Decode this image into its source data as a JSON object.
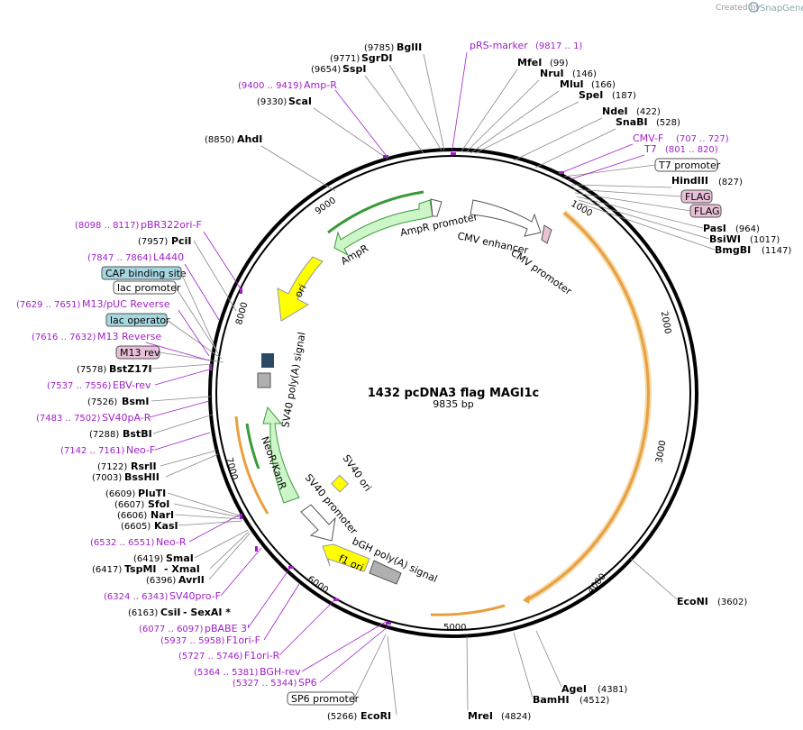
{
  "header": {
    "created_by": "Created by",
    "brand": "SnapGene"
  },
  "plasmid": {
    "name": "1432 pcDNA3 flag MAGI1c",
    "length_label": "9835 bp",
    "length": 9835
  },
  "ticks": [
    "1000",
    "2000",
    "3000",
    "4000",
    "5000",
    "6000",
    "7000",
    "8000",
    "9000"
  ],
  "right_labels": [
    {
      "name": "MfeI",
      "pos": "(99)"
    },
    {
      "name": "NruI",
      "pos": "(146)"
    },
    {
      "name": "MluI",
      "pos": "(166)"
    },
    {
      "name": "SpeI",
      "pos": "(187)"
    },
    {
      "name": "NdeI",
      "pos": "(422)"
    },
    {
      "name": "SnaBI",
      "pos": "(528)"
    },
    {
      "name": "HindIII",
      "pos": "(827)"
    },
    {
      "name": "PasI",
      "pos": "(964)"
    },
    {
      "name": "BsiWI",
      "pos": "(1017)"
    },
    {
      "name": "BmgBI",
      "pos": "(1147)"
    },
    {
      "name": "EcoNI",
      "pos": "(3602)"
    },
    {
      "name": "AgeI",
      "pos": "(4381)"
    },
    {
      "name": "BamHI",
      "pos": "(4512)"
    },
    {
      "name": "MreI",
      "pos": "(4824)"
    }
  ],
  "right_features": [
    {
      "name": "CMV-F",
      "pos": "(707 .. 727)"
    },
    {
      "name": "T7",
      "pos": "(801 .. 820)"
    }
  ],
  "right_boxes": [
    "T7 promoter",
    "FLAG",
    "FLAG"
  ],
  "top_labels": [
    {
      "name": "BglII",
      "pos": "(9785)"
    },
    {
      "name": "SgrDI",
      "pos": "(9771)"
    },
    {
      "name": "SspI",
      "pos": "(9654)"
    },
    {
      "name": "ScaI",
      "pos": "(9330)"
    },
    {
      "name": "AhdI",
      "pos": "(8850)"
    }
  ],
  "top_features": [
    {
      "name": "pRS-marker",
      "pos": "(9817 .. 1)"
    },
    {
      "name": "Amp-R",
      "pos": "(9400 .. 9419)"
    }
  ],
  "left_labels": [
    {
      "name": "PciI",
      "pos": "(7957)"
    },
    {
      "name": "BstZ17I",
      "pos": "(7578)"
    },
    {
      "name": "BsmI",
      "pos": "(7526)"
    },
    {
      "name": "BstBI",
      "pos": "(7288)"
    },
    {
      "name": "RsrII",
      "pos": "(7122)"
    },
    {
      "name": "BssHII",
      "pos": "(7003)"
    },
    {
      "name": "PluTI",
      "pos": "(6609)"
    },
    {
      "name": "SfoI",
      "pos": "(6607)"
    },
    {
      "name": "NarI",
      "pos": "(6606)"
    },
    {
      "name": "KasI",
      "pos": "(6605)"
    },
    {
      "name": "SmaI",
      "pos": "(6419)"
    },
    {
      "name": "TspMI",
      "pos": "(6417)",
      "extra": "- XmaI"
    },
    {
      "name": "AvrII",
      "pos": "(6396)"
    },
    {
      "name": "CsiI",
      "pos": "(6163)",
      "extra": "- SexAI *"
    },
    {
      "name": "EcoRI",
      "pos": "(5266)"
    }
  ],
  "left_features": [
    {
      "name": "pBR322ori-F",
      "pos": "(8098 .. 8117)"
    },
    {
      "name": "L4440",
      "pos": "(7847 .. 7864)"
    },
    {
      "name": "M13/pUC Reverse",
      "pos": "(7629 .. 7651)"
    },
    {
      "name": "M13 Reverse",
      "pos": "(7616 .. 7632)"
    },
    {
      "name": "EBV-rev",
      "pos": "(7537 .. 7556)"
    },
    {
      "name": "SV40pA-R",
      "pos": "(7483 .. 7502)"
    },
    {
      "name": "Neo-F",
      "pos": "(7142 .. 7161)"
    },
    {
      "name": "Neo-R",
      "pos": "(6532 .. 6551)"
    },
    {
      "name": "SV40pro-F",
      "pos": "(6324 .. 6343)"
    },
    {
      "name": "pBABE 3'",
      "pos": "(6077 .. 6097)"
    },
    {
      "name": "F1ori-F",
      "pos": "(5937 .. 5958)"
    },
    {
      "name": "F1ori-R",
      "pos": "(5727 .. 5746)"
    },
    {
      "name": "BGH-rev",
      "pos": "(5364 .. 5381)"
    },
    {
      "name": "SP6",
      "pos": "(5327 .. 5344)"
    }
  ],
  "left_boxes": [
    "CAP binding site",
    "lac promoter",
    "lac operator",
    "M13 rev",
    "SP6 promoter"
  ],
  "inner_features": [
    "AmpR promoter",
    "AmpR",
    "ori",
    "CMV enhancer",
    "CMV promoter",
    "SV40 poly(A) signal",
    "NeoR/KanR",
    "SV40 promoter",
    "SV40 ori",
    "bGH poly(A) signal",
    "f1 ori"
  ],
  "colors": {
    "ring": "#000000",
    "feature_purple": "#a020c8",
    "orf_orange": "#e8a040",
    "green": "#3a9a3a",
    "light_green": "#ccf5c8",
    "yellow": "#ffff00",
    "box_blue": "#a6d6e0",
    "box_pink": "#e8c0d8"
  }
}
